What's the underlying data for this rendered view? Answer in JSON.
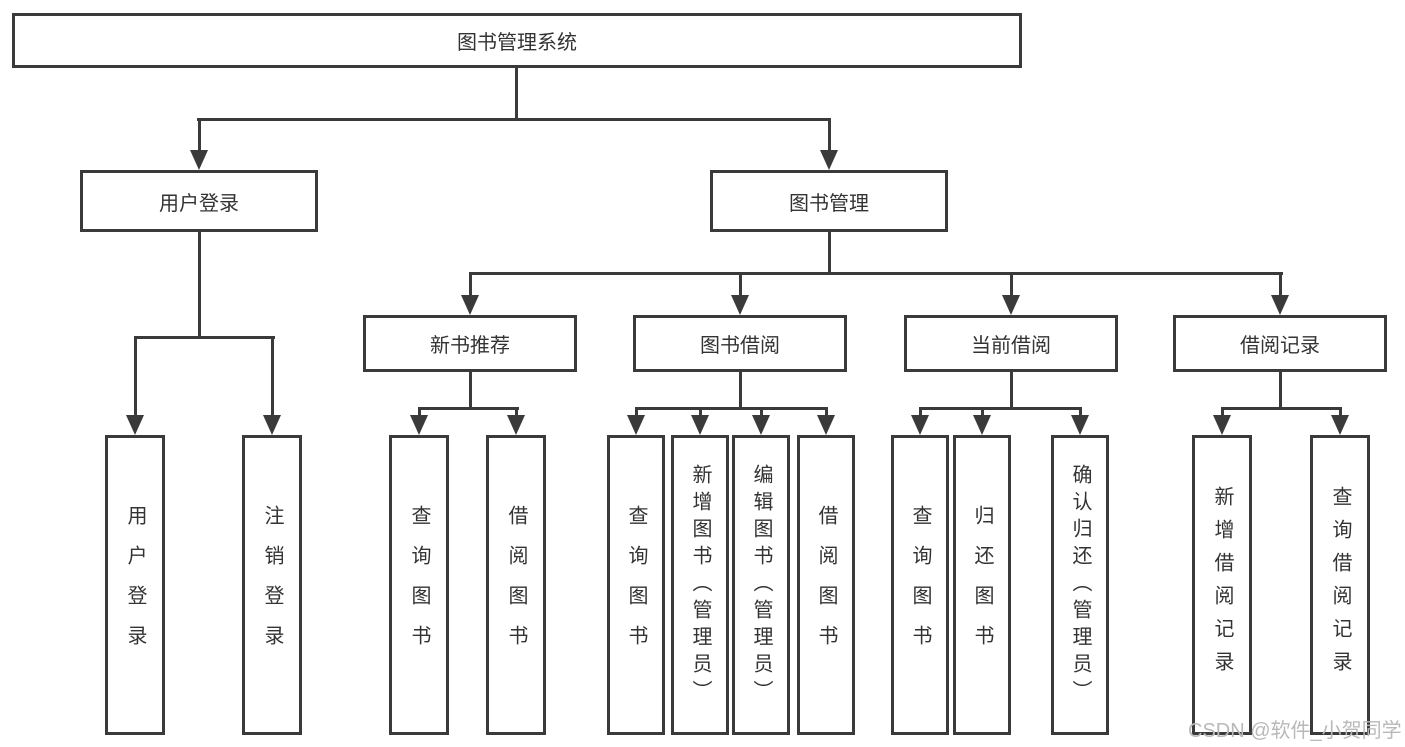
{
  "diagram": {
    "root": {
      "label": "图书管理系统"
    },
    "level1": [
      {
        "label": "用户登录",
        "leaves": [
          {
            "label": "用户登录"
          },
          {
            "label": "注销登录"
          }
        ]
      },
      {
        "label": "图书管理",
        "sections": [
          {
            "label": "新书推荐",
            "leaves": [
              {
                "label": "查询图书"
              },
              {
                "label": "借阅图书"
              }
            ]
          },
          {
            "label": "图书借阅",
            "leaves": [
              {
                "label": "查询图书"
              },
              {
                "label": "新增图书（管理员）"
              },
              {
                "label": "编辑图书（管理员）"
              },
              {
                "label": "借阅图书"
              }
            ]
          },
          {
            "label": "当前借阅",
            "leaves": [
              {
                "label": "查询图书"
              },
              {
                "label": "归还图书"
              },
              {
                "label": "确认归还（管理员）"
              }
            ]
          },
          {
            "label": "借阅记录",
            "leaves": [
              {
                "label": "新增借阅记录"
              },
              {
                "label": "查询借阅记录"
              }
            ]
          }
        ]
      }
    ]
  },
  "watermark": {
    "text": "CSDN @软件_小贺同学"
  },
  "colors": {
    "line": "#3a3a3a",
    "text": "#333333",
    "watermark": "#b9b9b9",
    "background": "#ffffff"
  }
}
